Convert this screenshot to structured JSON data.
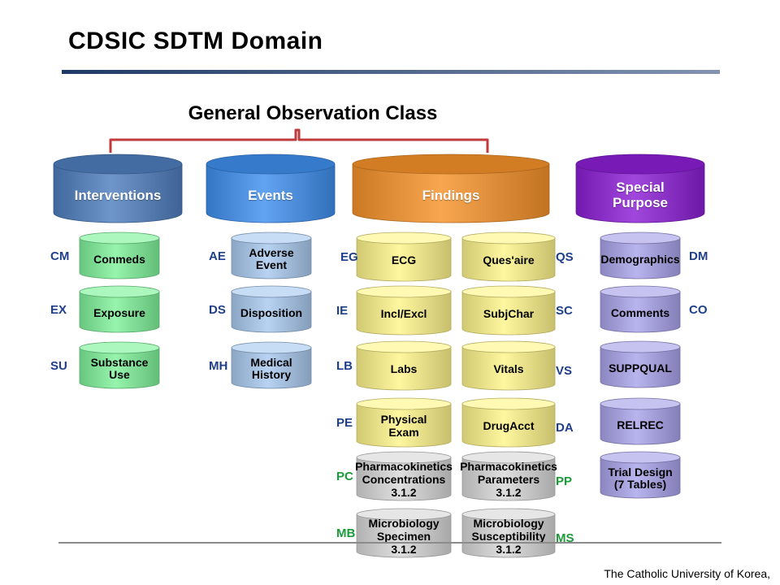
{
  "slide": {
    "title": "CDSIC SDTM Domain",
    "class_title": "General Observation Class",
    "footer": "The Catholic University of Korea,"
  },
  "colors": {
    "interventions": "#4f7fbf",
    "events": "#3f8fef",
    "findings": "#f7932a",
    "special": "#8c1fd6",
    "green_small": "#7ff29a",
    "blue_small": "#a9c9ef",
    "yellow_small": "#fff58a",
    "gray_small": "#d8d8d8",
    "purple_small": "#a9a3ea",
    "brace": "#c23b3b",
    "code_blue": "#1f3f8a",
    "code_green": "#1b9a3a"
  },
  "big": [
    {
      "label": "Interventions"
    },
    {
      "label": "Events"
    },
    {
      "label": "Findings"
    },
    {
      "label": "Special\nPurpose"
    }
  ],
  "interventions": [
    {
      "code": "CM",
      "label": "Conmeds"
    },
    {
      "code": "EX",
      "label": "Exposure"
    },
    {
      "code": "SU",
      "label": "Substance\nUse"
    }
  ],
  "events": [
    {
      "code": "AE",
      "label": "Adverse\nEvent"
    },
    {
      "code": "DS",
      "label": "Disposition"
    },
    {
      "code": "MH",
      "label": "Medical\nHistory"
    }
  ],
  "findings_left": [
    {
      "code": "EG",
      "label": "ECG"
    },
    {
      "code": "IE",
      "label": "Incl/Excl"
    },
    {
      "code": "LB",
      "label": "Labs"
    },
    {
      "code": "PE",
      "label": "Physical\nExam"
    },
    {
      "code": "PC",
      "label": "Pharmacokinetics\nConcentrations\n3.1.2"
    },
    {
      "code": "MB",
      "label": "Microbiology\nSpecimen\n3.1.2"
    }
  ],
  "findings_right": [
    {
      "code": "QS",
      "label": "Ques'aire"
    },
    {
      "code": "SC",
      "label": "SubjChar"
    },
    {
      "code": "VS",
      "label": "Vitals"
    },
    {
      "code": "DA",
      "label": "DrugAcct"
    },
    {
      "code": "PP",
      "label": "Pharmacokinetics\nParameters\n3.1.2"
    },
    {
      "code": "MS",
      "label": "Microbiology\nSusceptibility\n3.1.2"
    }
  ],
  "special": [
    {
      "code": "DM",
      "label": "Demographics"
    },
    {
      "code": "CO",
      "label": "Comments"
    },
    {
      "code": "",
      "label": "SUPPQUAL"
    },
    {
      "code": "",
      "label": "RELREC"
    },
    {
      "code": "",
      "label": "Trial Design\n(7 Tables)"
    }
  ]
}
